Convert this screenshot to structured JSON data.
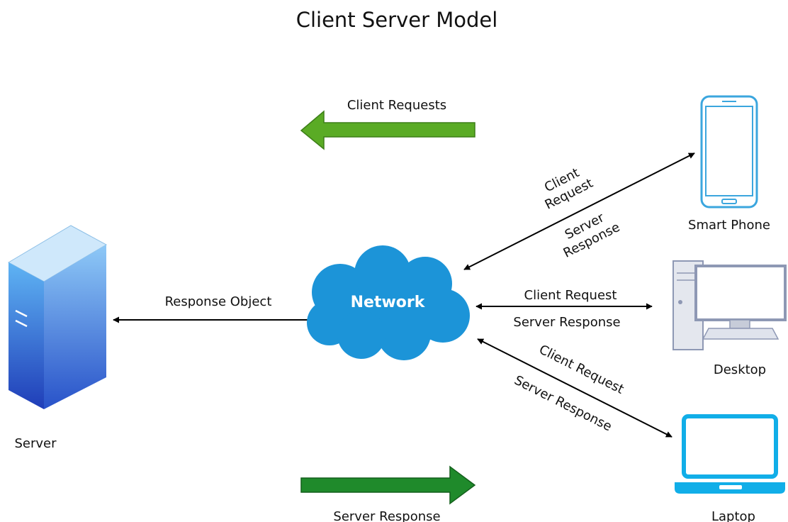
{
  "title": "Client Server Model",
  "nodes": {
    "server": {
      "label": "Server",
      "icon": "server-tower-icon"
    },
    "network": {
      "label": "Network",
      "icon": "cloud-icon"
    },
    "smart_phone": {
      "label": "Smart Phone",
      "icon": "smartphone-icon"
    },
    "desktop": {
      "label": "Desktop",
      "icon": "desktop-computer-icon"
    },
    "laptop": {
      "label": "Laptop",
      "icon": "laptop-icon"
    }
  },
  "flows": {
    "client_requests": "Client Requests",
    "server_response": "Server Response",
    "response_object": "Response Object"
  },
  "links": {
    "phone": {
      "request_line1": "Client",
      "request_line2": "Request",
      "response_line1": "Server",
      "response_line2": "Response"
    },
    "desktop": {
      "request": "Client Request",
      "response": "Server Response"
    },
    "laptop": {
      "request": "Client Request",
      "response": "Server Response"
    }
  },
  "colors": {
    "green_left": "#5aab25",
    "green_right": "#1f8a2b",
    "cloud": "#1c94d8",
    "server_light": "#b8dcf8",
    "server_dark": "#1f3db8",
    "phone": "#3ba6de",
    "desktop": "#8e98b4",
    "laptop": "#11aee8"
  }
}
